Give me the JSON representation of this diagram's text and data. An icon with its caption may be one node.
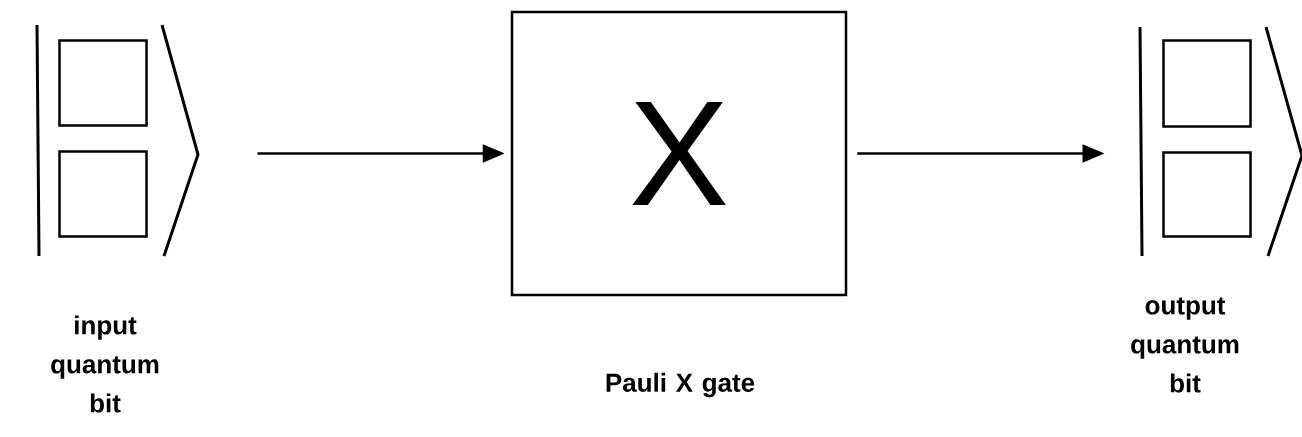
{
  "diagram": {
    "nodes": [
      {
        "text": [],
        "shape": "bracket",
        "beside": [
          "input quantum bit"
        ]
      },
      {
        "text": [],
        "shape": "box",
        "in": 0
      },
      {
        "text": [],
        "shape": "box",
        "in": 0
      },
      {
        "text": [
          "X"
        ],
        "beside": [
          "Pauli X gate"
        ]
      },
      {
        "text": [],
        "shape": "bracket",
        "beside": [
          "output quantum bit"
        ]
      },
      {
        "text": [],
        "shape": "box",
        "in": 4
      },
      {
        "text": [],
        "shape": "box",
        "in": 4
      }
    ],
    "edges": [
      {
        "from": 0,
        "to": 3,
        "arrow": "to"
      },
      {
        "from": 3,
        "to": 4,
        "arrow": "to"
      }
    ]
  }
}
